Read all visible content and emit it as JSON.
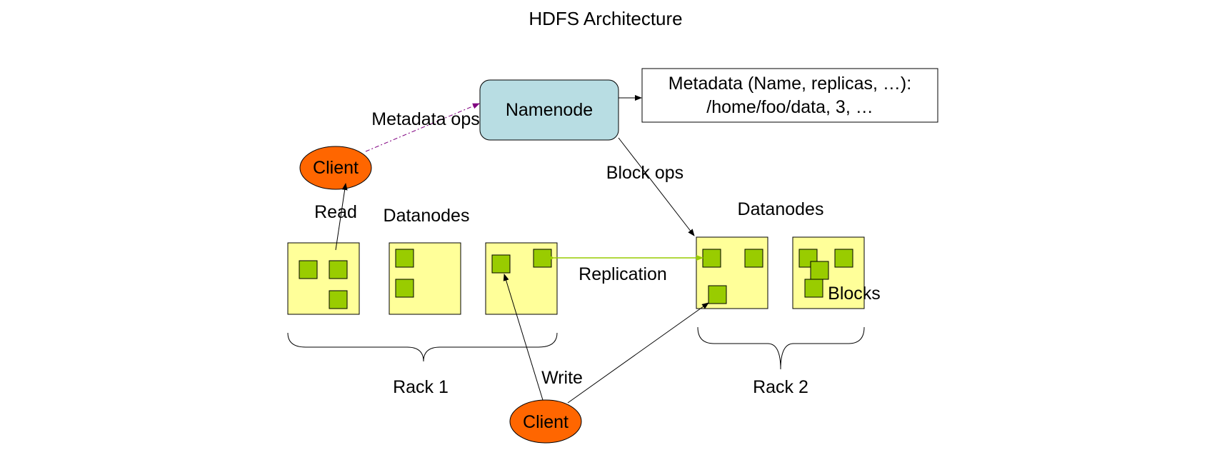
{
  "title": "HDFS Architecture",
  "namenode": {
    "label": "Namenode"
  },
  "metadata_box": {
    "line1": "Metadata (Name, replicas, …):",
    "line2": "/home/foo/data, 3, …"
  },
  "clients": {
    "top": "Client",
    "bottom": "Client"
  },
  "labels": {
    "metadata_ops": "Metadata ops",
    "block_ops": "Block ops",
    "read": "Read",
    "write": "Write",
    "replication": "Replication",
    "datanodes_left": "Datanodes",
    "datanodes_right": "Datanodes",
    "blocks": "Blocks",
    "rack1": "Rack 1",
    "rack2": "Rack 2"
  },
  "colors": {
    "namenode_fill": "#b8dde3",
    "client_fill": "#ff6600",
    "datanode_fill": "#ffff99",
    "block_fill": "#99cc00",
    "metadata_ops_arrow": "#800080",
    "replication_arrow": "#99cc00"
  }
}
